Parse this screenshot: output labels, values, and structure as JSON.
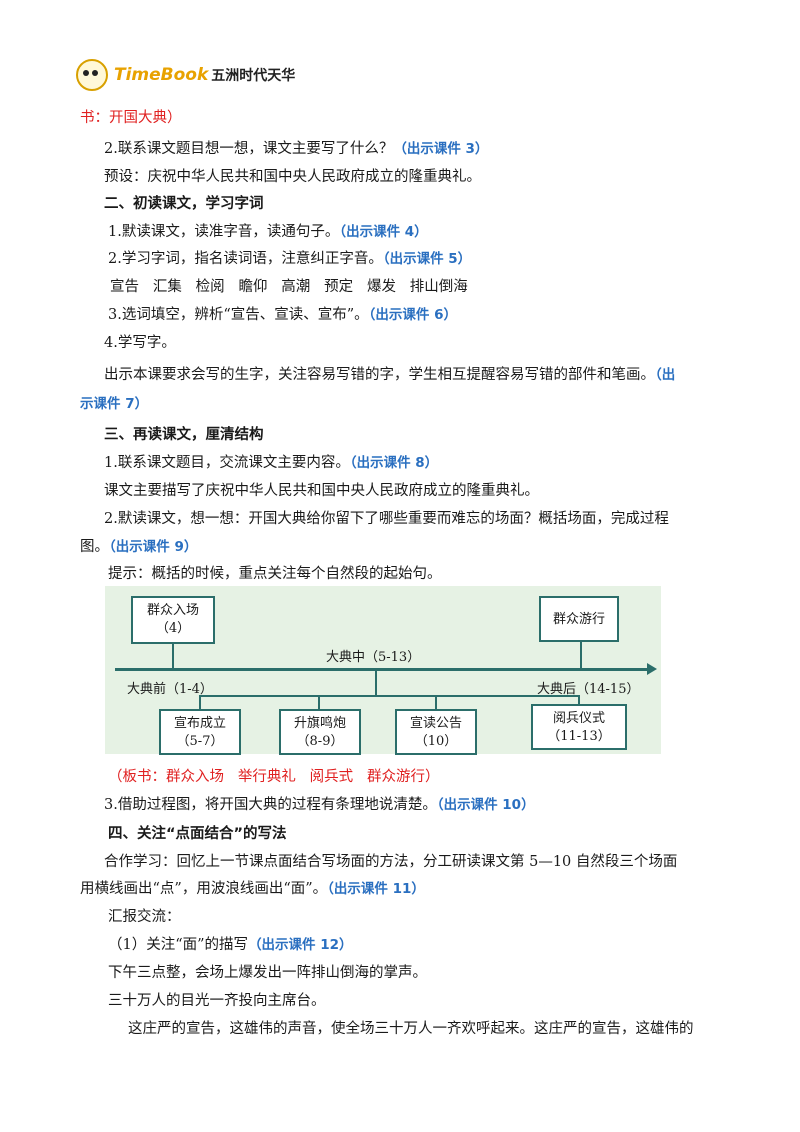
{
  "logo": {
    "brand": "TimeBook",
    "cn": "五洲时代天华"
  },
  "lines": {
    "l1": "书：开国大典）",
    "l2": "2.联系课文题目想一想，课文主要写了什么？",
    "l2b": "（出示课件 3）",
    "l3": "预设：庆祝中华人民共和国中央人民政府成立的隆重典礼。",
    "h2": "二、初读课文，学习字词",
    "l4": "1.默读课文，读准字音，读通句子。",
    "l4b": "（出示课件 4）",
    "l5": "2.学习字词，指名读词语，注意纠正字音。",
    "l5b": "（出示课件 5）",
    "words": "宣告   汇集   检阅   瞻仰   高潮   预定   爆发   排山倒海",
    "l6": "3.选词填空，辨析“宣告、宣读、宣布”。",
    "l6b": "（出示课件 6）",
    "l7": "4.学写字。",
    "l8": "出示本课要求会写的生字，关注容易写错的字，学生相互提醒容易写错的部件和笔画。",
    "l8b": "（出",
    "l8c": "示课件 7）",
    "h3": "三、再读课文，厘清结构",
    "l9": "1.联系课文题目，交流课文主要内容。",
    "l9b": "（出示课件 8）",
    "l10": "课文主要描写了庆祝中华人民共和国中央人民政府成立的隆重典礼。",
    "l11": "2.默读课文，想一想：开国大典给你留下了哪些重要而难忘的场面？概括场面，完成过程",
    "l11b": "图。",
    "l11c": "（出示课件 9）",
    "l12": "提示：概括的时候，重点关注每个自然段的起始句。",
    "board": "（板书：群众入场   举行典礼   阅兵式   群众游行）",
    "l13": "3.借助过程图，将开国大典的过程有条理地说清楚。",
    "l13b": "（出示课件 10）",
    "h4": "四、关注“点面结合”的写法",
    "l14": "合作学习：回忆上一节课点面结合写场面的方法，分工研读课文第 5—10 自然段三个场面",
    "l15": "用横线画出“点”，用波浪线画出“面”。",
    "l15b": "（出示课件 11）",
    "l16": "汇报交流：",
    "l17": "（1）关注“面”的描写",
    "l17b": "（出示课件 12）",
    "l18": "下午三点整，会场上爆发出一阵排山倒海的掌声。",
    "l19": "三十万人的目光一齐投向主席台。",
    "l20": "这庄严的宣告，这雄伟的声音，使全场三十万人一齐欢呼起来。这庄严的宣告，这雄伟的"
  },
  "diagram": {
    "top_left": {
      "name": "群众入场",
      "para": "（4）"
    },
    "top_right": {
      "name": "群众游行"
    },
    "mid": "大典中（5-13）",
    "before": "大典前（1-4）",
    "after": "大典后（14-15）",
    "bottom": [
      {
        "name": "宣布成立",
        "para": "（5-7）"
      },
      {
        "name": "升旗鸣炮",
        "para": "（8-9）"
      },
      {
        "name": "宣读公告",
        "para": "（10）"
      },
      {
        "name": "阅兵仪式",
        "para": "（11-13）"
      }
    ]
  }
}
